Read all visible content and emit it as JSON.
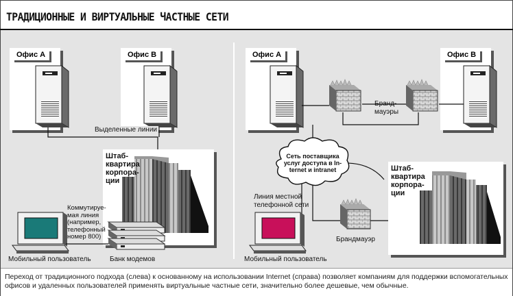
{
  "title": "ТРАДИЦИОННЫЕ И ВИРТУАЛЬНЫЕ ЧАСТНЫЕ СЕТИ",
  "left": {
    "office_a": "Офис А",
    "office_b": "Офис В",
    "leased_lines": "Выделенные линии",
    "hq": [
      "Штаб-",
      "квартира",
      "корпора-",
      "ции"
    ],
    "dialup": [
      "Коммутируе-",
      "мая линия",
      "(например,",
      "телефонный",
      "номер 800)"
    ],
    "mobile_user": "Мобильный пользователь",
    "modem_bank": "Банк модемов"
  },
  "right": {
    "office_a": "Офис А",
    "office_b": "Офис В",
    "firewalls": [
      "Бранд-",
      "мауэры"
    ],
    "isp_cloud": [
      "Сеть поставщика",
      "услуг доступа в In-",
      "ternet и intranet"
    ],
    "local_line": [
      "Линия местной",
      "телефонной сети"
    ],
    "hq": [
      "Штаб-",
      "квартира",
      "корпора-",
      "ции"
    ],
    "firewall": "Брандмауэр",
    "mobile_user": "Мобильный пользователь"
  },
  "caption": "Переход от традиционного подхода (слева) к основанному на использовании Internet (справа) позволяет компаниям для поддержки вспомогательных офисов и удаленных пользователей применять виртуальные частные сети, значительно более дешевые, чем обычные.",
  "colors": {
    "screen_left": "#1a7a78",
    "screen_right": "#c8105a",
    "background": "#e4e4e4"
  }
}
